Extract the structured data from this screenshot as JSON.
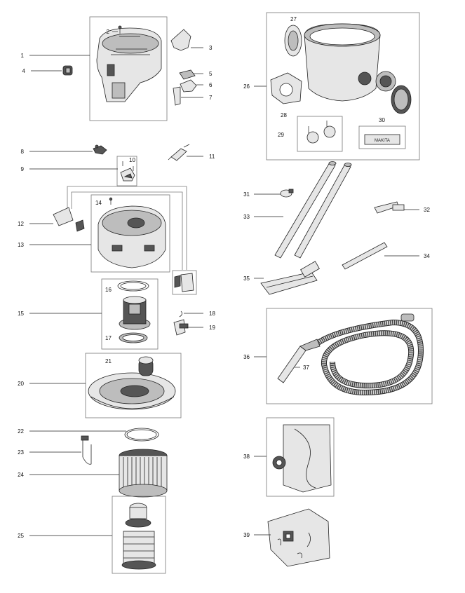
{
  "callouts": {
    "c1": "1",
    "c2": "2",
    "c3": "3",
    "c4": "4",
    "c5": "5",
    "c6": "6",
    "c7": "7",
    "c8": "8",
    "c9": "9",
    "c10": "10",
    "c11": "11",
    "c12": "12",
    "c13": "13",
    "c14": "14",
    "c15": "15",
    "c16": "16",
    "c17": "17",
    "c18": "18",
    "c19": "19",
    "c20": "20",
    "c21": "21",
    "c22": "22",
    "c23": "23",
    "c24": "24",
    "c25": "25",
    "c26": "26",
    "c27": "27",
    "c28": "28",
    "c29": "29",
    "c30": "30",
    "c31": "31",
    "c32": "32",
    "c33": "33",
    "c34": "34",
    "c35": "35",
    "c36": "36",
    "c37": "37",
    "c38": "38",
    "c39": "39"
  },
  "label_plate_text": "MAKITA"
}
